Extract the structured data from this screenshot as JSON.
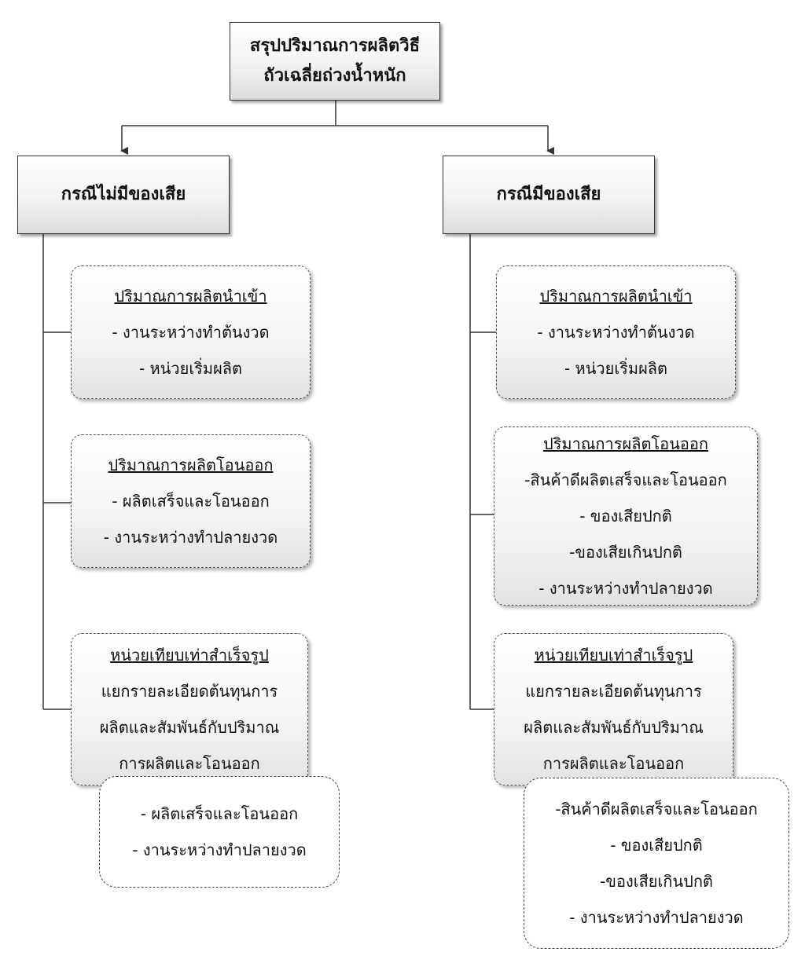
{
  "root": {
    "lines": [
      "สรุปปริมาณการผลิตวิธี",
      "ถัวเฉลี่ยถ่วงน้ำหนัก"
    ]
  },
  "left": {
    "title": "กรณีไม่มีของเสีย",
    "input": {
      "heading": "ปริมาณการผลิตนำเข้า",
      "items": [
        "- งานระหว่างทำต้นงวด",
        "- หน่วยเริ่มผลิต"
      ]
    },
    "output": {
      "heading": "ปริมาณการผลิตโอนออก",
      "items": [
        "- ผลิตเสร็จและโอนออก",
        "- งานระหว่างทำปลายงวด"
      ]
    },
    "equiv": {
      "heading": "หน่วยเทียบเท่าสำเร็จรูป",
      "items": [
        "แยกรายละเอียดต้นทุนการ",
        "ผลิตและสัมพันธ์กับปริมาณ",
        "การผลิตและโอนออก"
      ]
    },
    "detail": {
      "items": [
        "- ผลิตเสร็จและโอนออก",
        "- งานระหว่างทำปลายงวด"
      ]
    }
  },
  "right": {
    "title": "กรณีมีของเสีย",
    "input": {
      "heading": "ปริมาณการผลิตนำเข้า",
      "items": [
        "- งานระหว่างทำต้นงวด",
        "- หน่วยเริ่มผลิต"
      ]
    },
    "output": {
      "heading": "ปริมาณการผลิตโอนออก",
      "items": [
        "-สินค้าดีผลิตเสร็จและโอนออก",
        "- ของเสียปกติ",
        "-ของเสียเกินปกติ",
        "- งานระหว่างทำปลายงวด"
      ]
    },
    "equiv": {
      "heading": "หน่วยเทียบเท่าสำเร็จรูป",
      "items": [
        "แยกรายละเอียดต้นทุนการ",
        "ผลิตและสัมพันธ์กับปริมาณ",
        "การผลิตและโอนออก"
      ]
    },
    "detail": {
      "items": [
        "-สินค้าดีผลิตเสร็จและโอนออก",
        "- ของเสียปกติ",
        "-ของเสียเกินปกติ",
        "- งานระหว่างทำปลายงวด"
      ]
    }
  }
}
